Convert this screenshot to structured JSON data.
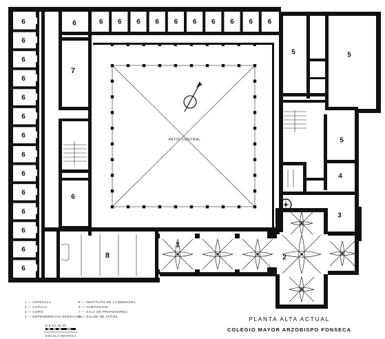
{
  "plan": {
    "patio_label": "PATIO CENTRAL",
    "rooms": {
      "west_cells": [
        "6",
        "6",
        "6",
        "6",
        "6",
        "6",
        "6",
        "6",
        "6",
        "6",
        "6",
        "6",
        "6",
        "6"
      ],
      "north_cells": [
        "6",
        "6",
        "6",
        "6",
        "6",
        "6",
        "6",
        "6",
        "6",
        "6"
      ],
      "north_west_big": "6",
      "nw_tall": "7",
      "west_inner_lower": "6",
      "north_east_left": "5",
      "north_east_right": "5",
      "east_mid": "5",
      "east_lower": "4",
      "east_bottom": "3",
      "south_hall": "8",
      "south_cloister_1": "1",
      "south_cloister_2": "2"
    }
  },
  "legend": [
    {
      "num": "1",
      "text": "ANTESALA"
    },
    {
      "num": "2",
      "text": "CAPILLA"
    },
    {
      "num": "3",
      "text": "CORO"
    },
    {
      "num": "4",
      "text": "DEPENDENCIAS-SERVICIOS"
    },
    {
      "num": "5",
      "text": "INSTITUTO DE LA MEDICINA"
    },
    {
      "num": "6",
      "text": "HABITACION"
    },
    {
      "num": "7",
      "text": "SALA DE PROFESORES"
    },
    {
      "num": "8",
      "text": "SALON DE ACTOS"
    }
  ],
  "scale": {
    "ticks": "0  5  10  15  20",
    "caption": "ESCALA GRAFICA"
  },
  "title": {
    "line1": "PLANTA ALTA ACTUAL",
    "line2": "COLEGIO MAYOR ARZOBISPO FONSECA"
  }
}
